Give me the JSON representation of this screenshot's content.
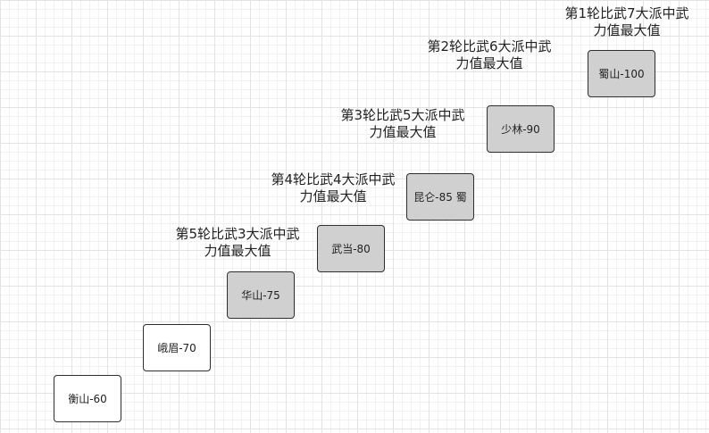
{
  "sects": [
    {
      "label": "衡山-60",
      "fill": "white"
    },
    {
      "label": "峨眉-70",
      "fill": "white"
    },
    {
      "label": "华山-75",
      "fill": "gray"
    },
    {
      "label": "武当-80",
      "fill": "gray"
    },
    {
      "label": "昆仑-85 蜀",
      "fill": "gray"
    },
    {
      "label": "少林-90",
      "fill": "gray"
    },
    {
      "label": "蜀山-100",
      "fill": "gray"
    }
  ],
  "rounds": [
    {
      "line1": "第1轮比武7大派中武",
      "line2": "力值最大值"
    },
    {
      "line1": "第2轮比武6大派中武",
      "line2": "力值最大值"
    },
    {
      "line1": "第3轮比武5大派中武",
      "line2": "力值最大值"
    },
    {
      "line1": "第4轮比武4大派中武",
      "line2": "力值最大值"
    },
    {
      "line1": "第5轮比武3大派中武",
      "line2": "力值最大值"
    }
  ],
  "colors": {
    "box_gray": "#d0d0d0",
    "box_white": "#ffffff",
    "border": "#2f2f2f",
    "text": "#222222"
  }
}
